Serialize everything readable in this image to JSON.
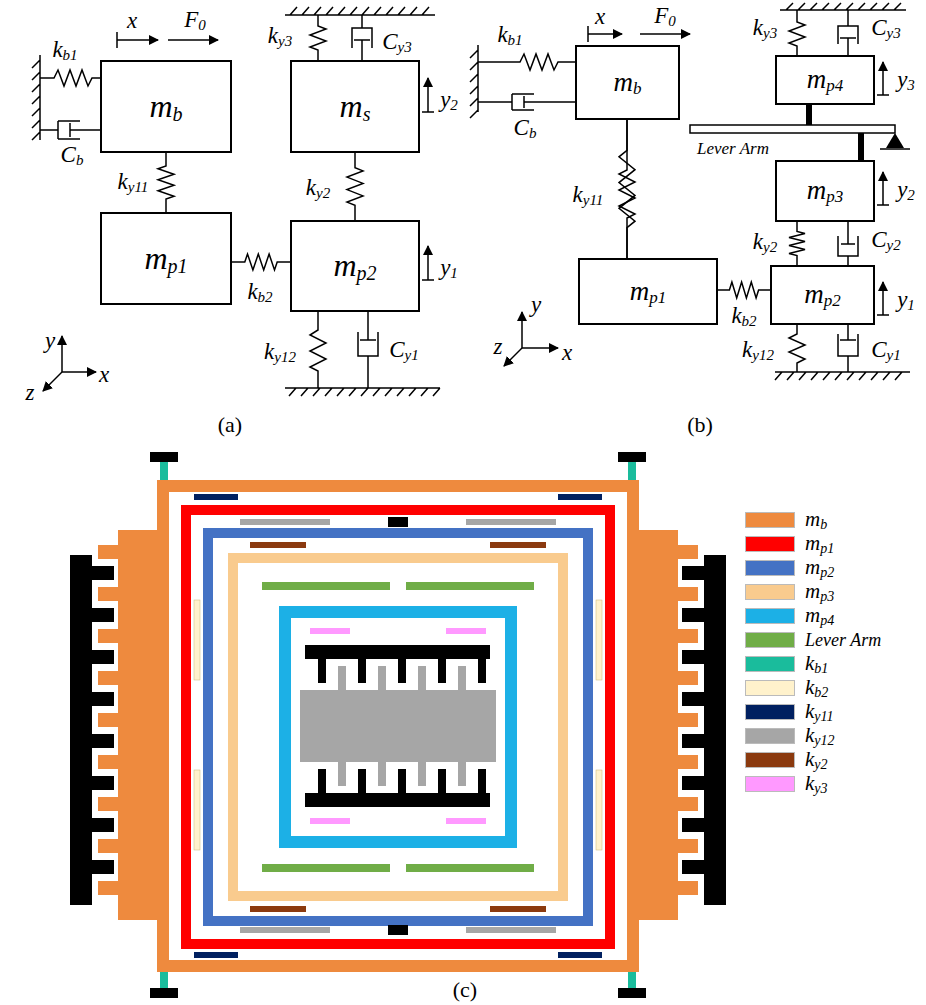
{
  "diagram": {
    "nodes": [
      {
        "text": [
          "mb"
        ]
      },
      {
        "text": [
          "ms"
        ]
      },
      {
        "text": [
          "mp1"
        ]
      },
      {
        "text": [
          "mp2"
        ]
      },
      {
        "text": [
          "mb"
        ]
      },
      {
        "text": [
          "mp4"
        ]
      },
      {
        "text": [
          "mp3"
        ]
      },
      {
        "text": [
          "mp1"
        ]
      },
      {
        "text": [
          "mp2"
        ]
      }
    ],
    "edges": [
      {
        "from": 0,
        "to": 2,
        "arrow": "none"
      },
      {
        "from": 2,
        "to": 3,
        "arrow": "none"
      },
      {
        "from": 3,
        "to": 1,
        "arrow": "none"
      },
      {
        "from": 4,
        "to": 7,
        "arrow": "none"
      },
      {
        "from": 7,
        "to": 8,
        "arrow": "none"
      },
      {
        "from": 8,
        "to": 6,
        "arrow": "none"
      }
    ],
    "labels": [
      "x",
      "F0",
      "kb1",
      "Cb",
      "ky11",
      "kb2",
      "ky3",
      "Cy3",
      "y2",
      "ky2",
      "y1",
      "ky12",
      "Cy1",
      "y",
      "z",
      "x",
      "(a)",
      "x",
      "F0",
      "kb1",
      "Cb",
      "ky11",
      "ky3",
      "Cy3",
      "y3",
      "Lever Arm",
      "y2",
      "ky2",
      "Cy2",
      "kb2",
      "y1",
      "ky12",
      "Cy1",
      "y",
      "z",
      "x",
      "(b)",
      "(c)"
    ],
    "legend": [
      {
        "text": "mb",
        "color": "#EE8A3E"
      },
      {
        "text": "mp1",
        "color": "#FF0000"
      },
      {
        "text": "mp2",
        "color": "#4472C4"
      },
      {
        "text": "mp3",
        "color": "#F9CB8E"
      },
      {
        "text": "mp4",
        "color": "#1CB0E6"
      },
      {
        "text": "Lever Arm",
        "color": "#70AD47"
      },
      {
        "text": "kb1",
        "color": "#1ABC9C"
      },
      {
        "text": "kb2",
        "color": "#FFF2CC"
      },
      {
        "text": "ky11",
        "color": "#002060"
      },
      {
        "text": "ky12",
        "color": "#A6A6A6"
      },
      {
        "text": "ky2",
        "color": "#8B3A0F"
      },
      {
        "text": "ky3",
        "color": "#FF99FF"
      }
    ]
  }
}
